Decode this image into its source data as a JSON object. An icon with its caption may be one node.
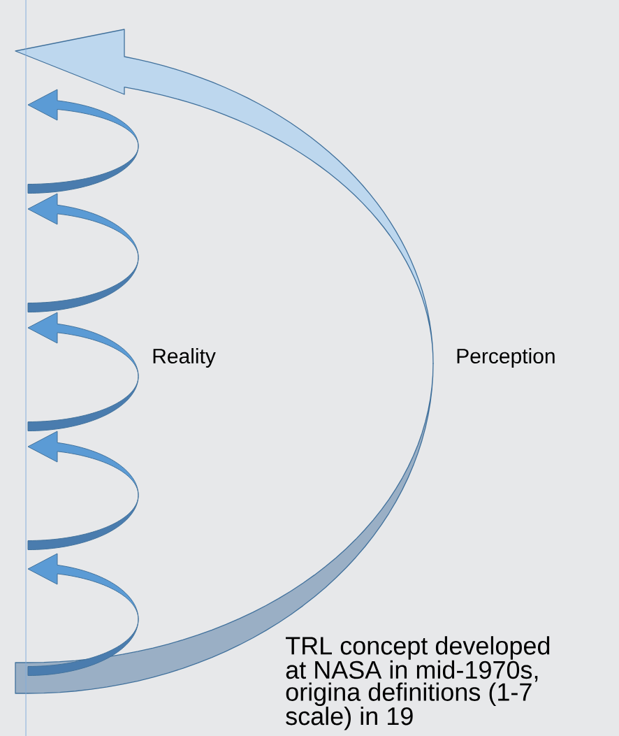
{
  "diagram": {
    "labels": [
      "Reality",
      "Perception",
      "TRL concept developed at NASA in mid-1970s, origina definitions (1-7 scale) in 19"
    ]
  }
}
